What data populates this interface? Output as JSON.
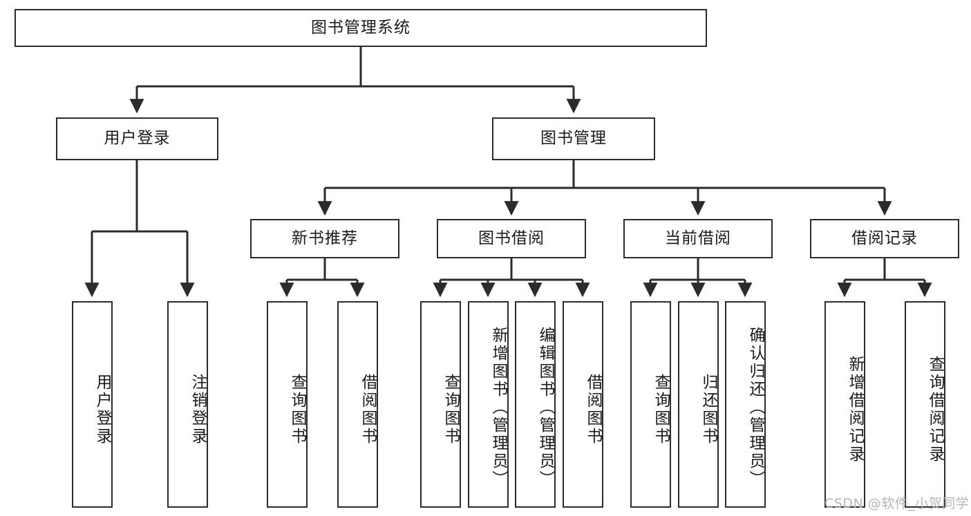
{
  "diagram": {
    "title": "图书管理系统",
    "root": {
      "id": "root",
      "label": "图书管理系统",
      "orientation": "horizontal"
    },
    "level2": [
      {
        "id": "user-login",
        "label": "用户登录",
        "orientation": "horizontal"
      },
      {
        "id": "book-manage",
        "label": "图书管理",
        "orientation": "horizontal"
      }
    ],
    "level3": [
      {
        "id": "new-book-recommend",
        "label": "新书推荐",
        "orientation": "horizontal"
      },
      {
        "id": "book-borrow",
        "label": "图书借阅",
        "orientation": "horizontal"
      },
      {
        "id": "current-borrow",
        "label": "当前借阅",
        "orientation": "horizontal"
      },
      {
        "id": "borrow-record",
        "label": "借阅记录",
        "orientation": "horizontal"
      }
    ],
    "leaves": [
      {
        "id": "leaf-user-login",
        "label": "用户登录",
        "parent": "user-login",
        "orientation": "vertical"
      },
      {
        "id": "leaf-user-logout",
        "label": "注销登录",
        "parent": "user-login",
        "orientation": "vertical"
      },
      {
        "id": "leaf-query-book-1",
        "label": "查询图书",
        "parent": "new-book-recommend",
        "orientation": "vertical"
      },
      {
        "id": "leaf-borrow-book-1",
        "label": "借阅图书",
        "parent": "new-book-recommend",
        "orientation": "vertical"
      },
      {
        "id": "leaf-query-book-2",
        "label": "查询图书",
        "parent": "book-borrow",
        "orientation": "vertical"
      },
      {
        "id": "leaf-add-book",
        "label": "新增图书（管理员）",
        "parent": "book-borrow",
        "orientation": "vertical"
      },
      {
        "id": "leaf-edit-book",
        "label": "编辑图书（管理员）",
        "parent": "book-borrow",
        "orientation": "vertical"
      },
      {
        "id": "leaf-borrow-book-2",
        "label": "借阅图书",
        "parent": "book-borrow",
        "orientation": "vertical"
      },
      {
        "id": "leaf-query-book-3",
        "label": "查询图书",
        "parent": "current-borrow",
        "orientation": "vertical"
      },
      {
        "id": "leaf-return-book",
        "label": "归还图书",
        "parent": "current-borrow",
        "orientation": "vertical"
      },
      {
        "id": "leaf-confirm-return",
        "label": "确认归还（管理员）",
        "parent": "current-borrow",
        "orientation": "vertical"
      },
      {
        "id": "leaf-add-record",
        "label": "新增借阅记录",
        "parent": "borrow-record",
        "orientation": "vertical"
      },
      {
        "id": "leaf-query-record",
        "label": "查询借阅记录",
        "parent": "borrow-record",
        "orientation": "vertical"
      }
    ],
    "watermark": "CSDN @软件_小贺同学",
    "colors": {
      "stroke": "#2b2b2b",
      "fill": "#ffffff",
      "text": "#1a1a1a",
      "watermark": "#b6b6b6"
    }
  }
}
